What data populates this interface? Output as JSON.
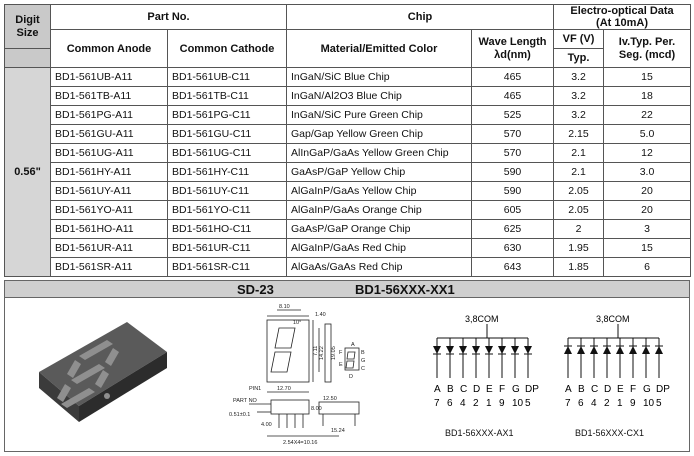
{
  "header": {
    "digit_size": "Digit Size",
    "part_no": "Part No.",
    "chip": "Chip",
    "electro": "Electro-optical Data",
    "electro_sub": "(At 10mA)",
    "common_anode": "Common Anode",
    "common_cathode": "Common Cathode",
    "material": "Material/Emitted Color",
    "wavelength": "Wave Length",
    "wavelength_unit": "λd(nm)",
    "vf": "VF (V)",
    "vf_sub": "Typ.",
    "iv": "Iv.Typ. Per.",
    "iv_sub": "Seg. (mcd)"
  },
  "digit_size": "0.56\"",
  "rows": [
    {
      "anode": "BD1-561UB-A11",
      "cathode": "BD1-561UB-C11",
      "material": "InGaN/SiC  Blue Chip",
      "wave": "465",
      "vf": "3.2",
      "iv": "15"
    },
    {
      "anode": "BD1-561TB-A11",
      "cathode": "BD1-561TB-C11",
      "material": "InGaN/Al2O3 Blue Chip",
      "wave": "465",
      "vf": "3.2",
      "iv": "18"
    },
    {
      "anode": "BD1-561PG-A11",
      "cathode": "BD1-561PG-C11",
      "material": "InGaN/SiC Pure Green Chip",
      "wave": "525",
      "vf": "3.2",
      "iv": "22"
    },
    {
      "anode": "BD1-561GU-A11",
      "cathode": "BD1-561GU-C11",
      "material": "Gap/Gap Yellow Green  Chip",
      "wave": "570",
      "vf": "2.15",
      "iv": "5.0"
    },
    {
      "anode": "BD1-561UG-A11",
      "cathode": "BD1-561UG-C11",
      "material": "AlInGaP/GaAs Yellow Green Chip",
      "wave": "570",
      "vf": "2.1",
      "iv": "12"
    },
    {
      "anode": "BD1-561HY-A11",
      "cathode": "BD1-561HY-C11",
      "material": "GaAsP/GaP Yellow  Chip",
      "wave": "590",
      "vf": "2.1",
      "iv": "3.0"
    },
    {
      "anode": "BD1-561UY-A11",
      "cathode": "BD1-561UY-C11",
      "material": "AlGaInP/GaAs Yellow  Chip",
      "wave": "590",
      "vf": "2.05",
      "iv": "20"
    },
    {
      "anode": "BD1-561YO-A11",
      "cathode": "BD1-561YO-C11",
      "material": "AlGaInP/GaAs Orange  Chip",
      "wave": "605",
      "vf": "2.05",
      "iv": "20"
    },
    {
      "anode": "BD1-561HO-A11",
      "cathode": "BD1-561HO-C11",
      "material": "GaAsP/GaP Orange  Chip",
      "wave": "625",
      "vf": "2",
      "iv": "3"
    },
    {
      "anode": "BD1-561UR-A11",
      "cathode": "BD1-561UR-C11",
      "material": "AlGaInP/GaAs Red  Chip",
      "wave": "630",
      "vf": "1.95",
      "iv": "15"
    },
    {
      "anode": "BD1-561SR-A11",
      "cathode": "BD1-561SR-C11",
      "material": "AlGaAs/GaAs Red Chip",
      "wave": "643",
      "vf": "1.85",
      "iv": "6"
    }
  ],
  "package": "SD-23",
  "model": "BD1-56XXX-XX1",
  "dims": {
    "top_width": "12.70",
    "seg_width": "8.10",
    "thickness": "1.40",
    "angle": "10°",
    "height": "19.05",
    "seg_height": "14.22",
    "seg_pitch": "7.11",
    "pin1": "PIN1",
    "side_width": "12.50",
    "side_depth": "8.00",
    "pin_pitch": "2.54X4=10.16",
    "pin_span": "15.24",
    "pin_len": "4.00",
    "part_no_label": "PART NO",
    "pin_dia": "0.51±0.1"
  },
  "segment_labels": [
    "A",
    "B",
    "C",
    "D",
    "E",
    "F",
    "G",
    "DP"
  ],
  "schematics": [
    {
      "common": "3,8COM",
      "pins": [
        "7",
        "6",
        "4",
        "2",
        "1",
        "9",
        "10",
        "5"
      ],
      "caption": "BD1-56XXX-AX1"
    },
    {
      "common": "3,8COM",
      "pins": [
        "7",
        "6",
        "4",
        "2",
        "1",
        "9",
        "10",
        "5"
      ],
      "caption": "BD1-56XXX-CX1"
    }
  ]
}
